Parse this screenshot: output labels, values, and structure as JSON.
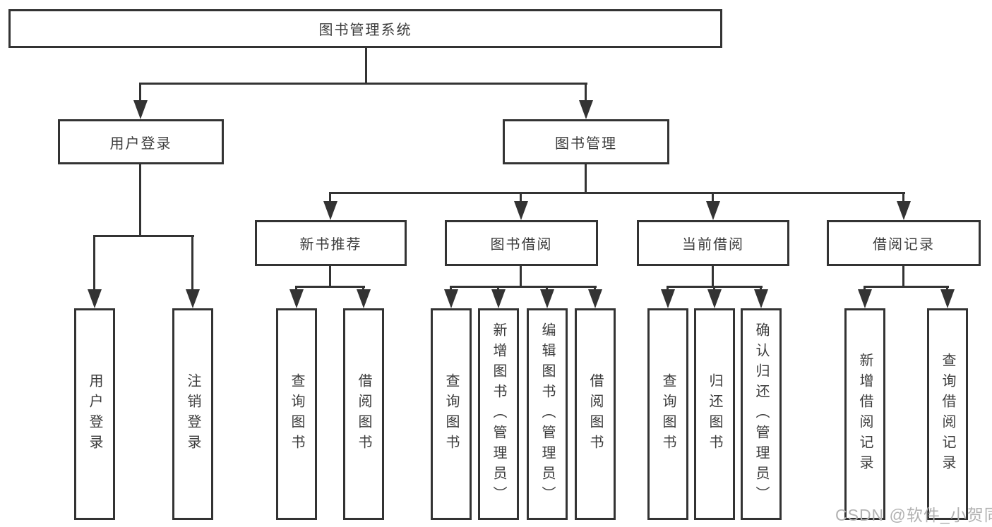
{
  "tree": {
    "root": {
      "label": "图书管理系统"
    },
    "branches": [
      {
        "label": "用户登录",
        "children": [
          "用户登录",
          "注销登录"
        ]
      },
      {
        "label": "图书管理",
        "sections": [
          {
            "label": "新书推荐",
            "children": [
              "查询图书",
              "借阅图书"
            ]
          },
          {
            "label": "图书借阅",
            "children": [
              "查询图书",
              "新增图书（管理员）",
              "编辑图书（管理员）",
              "借阅图书"
            ]
          },
          {
            "label": "当前借阅",
            "children": [
              "查询图书",
              "归还图书",
              "确认归还（管理员）"
            ]
          },
          {
            "label": "借阅记录",
            "children": [
              "新增借阅记录",
              "查询借阅记录"
            ]
          }
        ]
      }
    ]
  },
  "watermark": {
    "text": "CSDN @软件_小贺同学"
  },
  "colors": {
    "line": "#333333",
    "box_border": "#333333",
    "text": "#3c3c3c",
    "background": "#ffffff",
    "watermark": "#b2b2b2"
  }
}
